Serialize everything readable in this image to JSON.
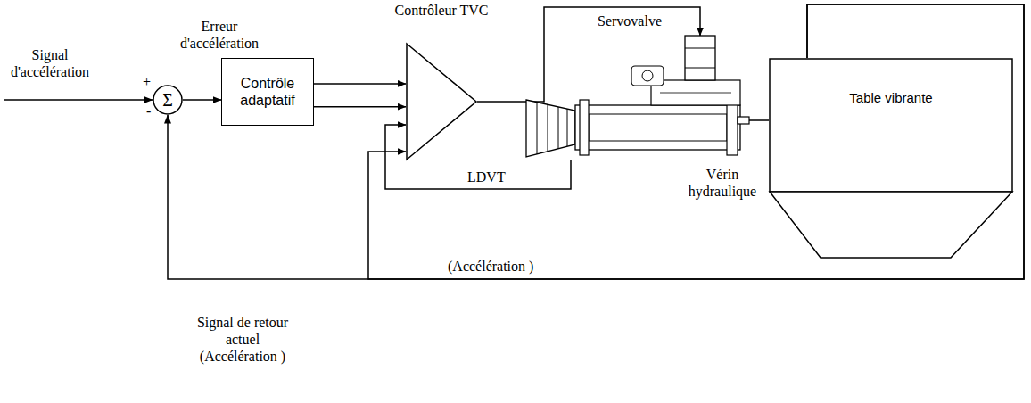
{
  "diagram": {
    "nodes": [
      {
        "text": [
          "Σ"
        ]
      },
      {
        "text": [
          "Contrôle adaptatif"
        ]
      },
      {
        "text": [
          "Contrôleur TVC"
        ]
      },
      {
        "text": [
          "Servovalve",
          "Vérin hydraulique"
        ]
      },
      {
        "text": [
          "Table vibrante"
        ]
      }
    ],
    "edges": [
      {
        "from": 0,
        "to": 1,
        "arrow": "to"
      },
      {
        "from": 1,
        "to": 2,
        "arrow": "to"
      },
      {
        "from": 1,
        "to": 2,
        "arrow": "to"
      },
      {
        "from": 2,
        "to": 3,
        "arrow": "to"
      },
      {
        "from": 3,
        "to": 2,
        "label": "LDVT",
        "arrow": "to"
      },
      {
        "from": 3,
        "to": 4,
        "arrow": "none"
      },
      {
        "from": 4,
        "to": 0,
        "label": "(Accélération )",
        "arrow": "to"
      },
      {
        "from": 4,
        "to": 2,
        "arrow": "to"
      }
    ],
    "labels": [
      "Signal d'accélération",
      "Erreur d'accélération",
      "+",
      "-",
      "Signal de retour actuel (Accélération )"
    ]
  }
}
